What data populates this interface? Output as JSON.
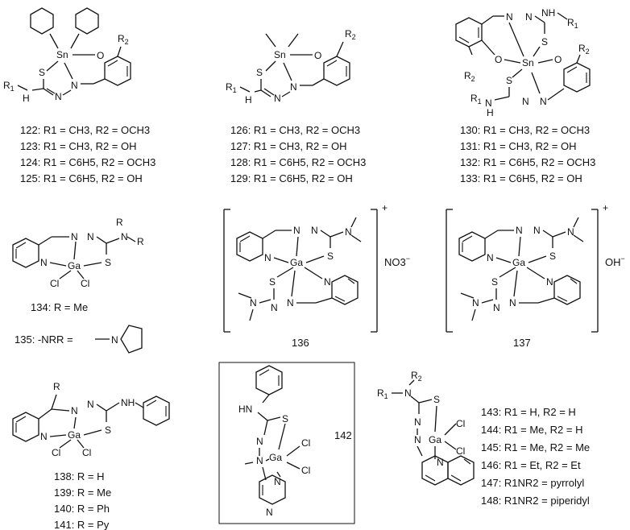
{
  "compounds": {
    "sn_phenyl": [
      "122: R1 = CH3, R2 = OCH3",
      "123: R1 = CH3, R2 = OH",
      "124: R1 = C6H5, R2 = OCH3",
      "125: R1 = C6H5, R2 = OH"
    ],
    "sn_methyl": [
      "126: R1 = CH3, R2 = OCH3",
      "127: R1 = CH3, R2 = OH",
      "128: R1 = C6H5, R2 = OCH3",
      "129: R1 = C6H5, R2 = OH"
    ],
    "sn_bis": [
      "130: R1 = CH3, R2 = OCH3",
      "131: R1 = CH3, R2 = OH",
      "132: R1 = C6H5, R2 = OCH3",
      "133: R1 = C6H5, R2 = OH"
    ],
    "ga_dialkyl": [
      "134: R = Me",
      "135: -NRR ="
    ],
    "ga_r": [
      "138: R = H",
      "139: R = Me",
      "140: R = Ph",
      "141: R = Py"
    ],
    "ga_quinoline": [
      "143: R1 = H, R2 = H",
      "144: R1 = Me, R2 = H",
      "145: R1 = Me, R2 = Me",
      "146: R1 = Et, R2 = Et",
      "147: R1NR2 = pyrrolyl",
      "148: R1NR2 = piperidyl"
    ]
  },
  "numbers": {
    "c136": "136",
    "c137": "137",
    "c142": "142"
  },
  "counterions": {
    "c136": "NO3",
    "c136_charge": "+",
    "c137": "OH",
    "c137_charge": "+"
  },
  "atoms": {
    "Sn": "Sn",
    "Ga": "Ga",
    "S": "S",
    "O": "O",
    "N": "N",
    "H": "H",
    "Cl": "Cl",
    "R": "R",
    "R1": "R1",
    "R2": "R2"
  }
}
